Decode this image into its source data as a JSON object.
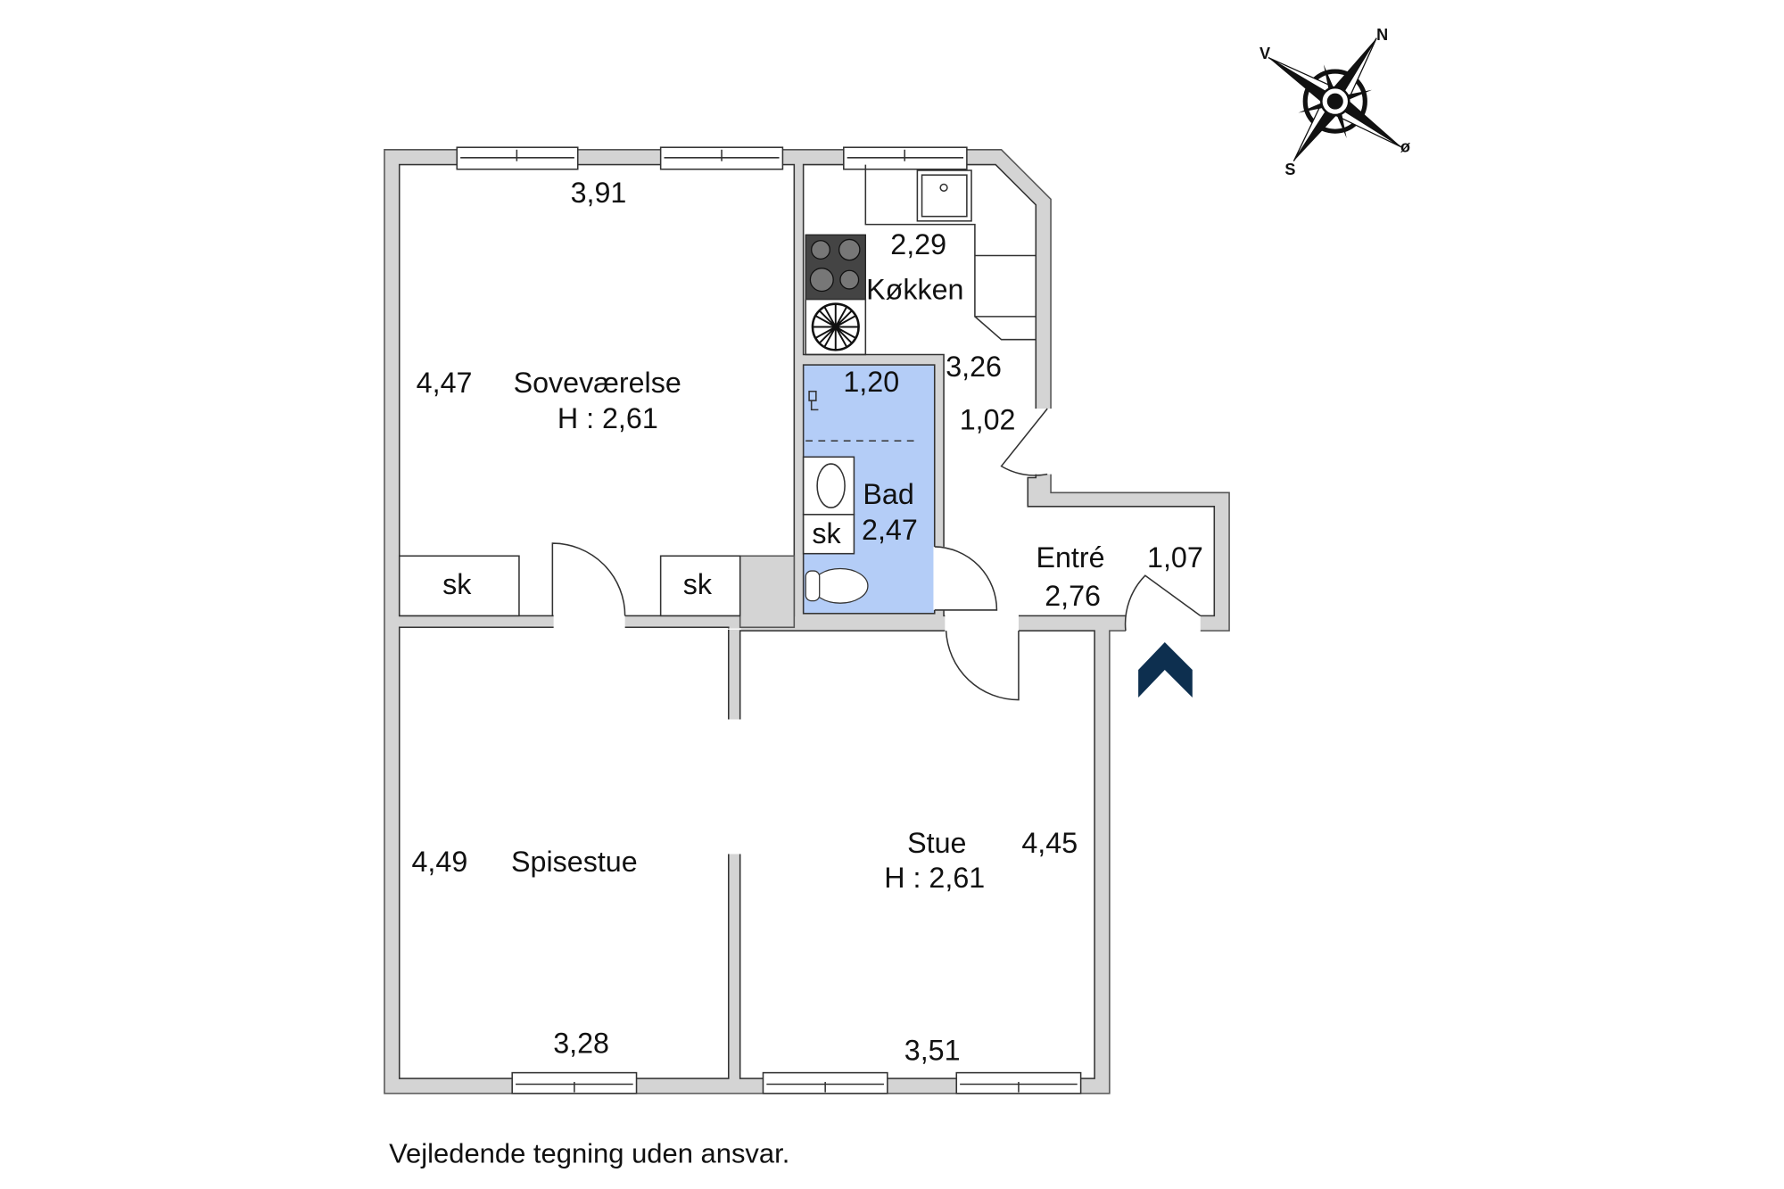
{
  "compass": {
    "north": "N",
    "south": "S",
    "west": "V",
    "east": "ø"
  },
  "rooms": {
    "bedroom": {
      "name": "Soveværelse",
      "height": "H : 2,61",
      "width": "3,91",
      "depth": "4,47",
      "closet_left": "sk",
      "closet_right": "sk"
    },
    "kitchen": {
      "name": "Køkken",
      "width": "2,29",
      "depth": "3,26"
    },
    "bath": {
      "name": "Bad",
      "width": "1,20",
      "depth": "2,47",
      "closet": "sk"
    },
    "hall": {
      "width": "1,02"
    },
    "entry": {
      "name": "Entré",
      "width": "1,07",
      "depth": "2,76"
    },
    "dining": {
      "name": "Spisestue",
      "depth": "4,49",
      "width": "3,28"
    },
    "living": {
      "name": "Stue",
      "height": "H : 2,61",
      "depth": "4,45",
      "width": "3,51"
    }
  },
  "colors": {
    "bath_fill": "#b4cdf7",
    "entrance_arrow": "#0d2f4f",
    "wall": "#d4d4d4"
  },
  "footer": "Vejledende tegning uden ansvar."
}
